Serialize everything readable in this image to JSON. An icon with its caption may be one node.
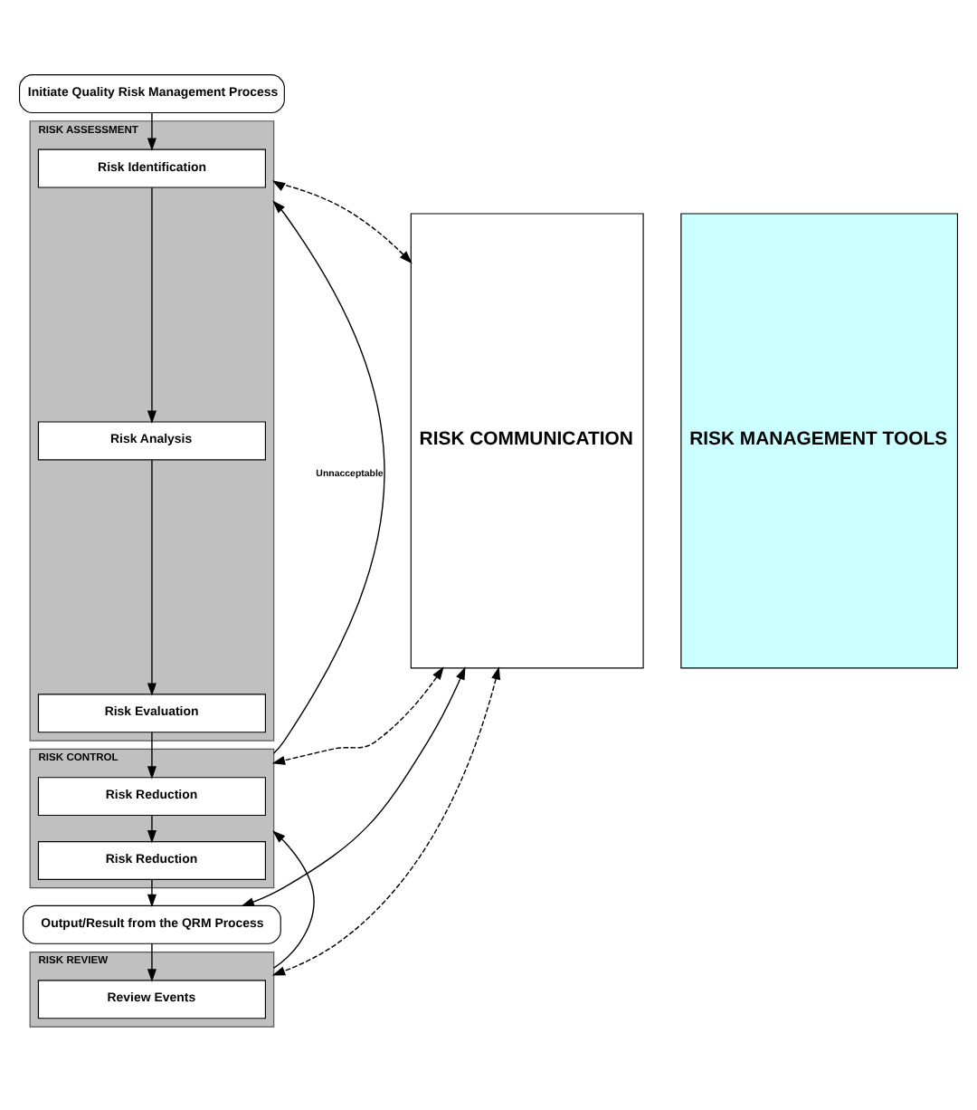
{
  "diagram": {
    "nodes": [
      {
        "text": [
          "Initiate Quality Risk Management Process"
        ]
      },
      {
        "text": [
          "RISK ASSESSMENT"
        ]
      },
      {
        "text": [
          "Risk Identification"
        ],
        "in": 1
      },
      {
        "text": [
          "Risk Analysis"
        ],
        "in": 1
      },
      {
        "text": [
          "Risk Evaluation"
        ],
        "in": 1
      },
      {
        "text": [
          "RISK CONTROL"
        ]
      },
      {
        "text": [
          "Risk Reduction"
        ],
        "in": 5
      },
      {
        "text": [
          "Risk Reduction"
        ],
        "in": 5
      },
      {
        "text": [
          "Output/Result from the QRM Process"
        ]
      },
      {
        "text": [
          "RISK REVIEW"
        ]
      },
      {
        "text": [
          "Review Events"
        ],
        "in": 9
      },
      {
        "text": [
          "RISK COMMUNICATION"
        ]
      },
      {
        "text": [
          "RISK MANAGEMENT TOOLS"
        ]
      }
    ],
    "edges": [
      {
        "from": 0,
        "to": 2,
        "arrow": "to"
      },
      {
        "from": 2,
        "to": 3,
        "arrow": "to"
      },
      {
        "from": 3,
        "to": 4,
        "arrow": "to"
      },
      {
        "from": 4,
        "to": 6,
        "arrow": "to"
      },
      {
        "from": 6,
        "to": 7,
        "arrow": "to"
      },
      {
        "from": 7,
        "to": 8,
        "arrow": "to"
      },
      {
        "from": 8,
        "to": 10,
        "arrow": "to"
      },
      {
        "from": 11,
        "to": 1,
        "arrow": "both",
        "style": "dashed"
      },
      {
        "from": 11,
        "to": 5,
        "arrow": "both",
        "style": "dashed"
      },
      {
        "from": 11,
        "to": 8,
        "arrow": "both"
      },
      {
        "from": 11,
        "to": 9,
        "arrow": "both",
        "style": "dashed"
      },
      {
        "from": 5,
        "to": 1,
        "arrow": "to",
        "label": "Unnacceptable"
      },
      {
        "from": 9,
        "to": 5,
        "arrow": "to"
      }
    ]
  }
}
